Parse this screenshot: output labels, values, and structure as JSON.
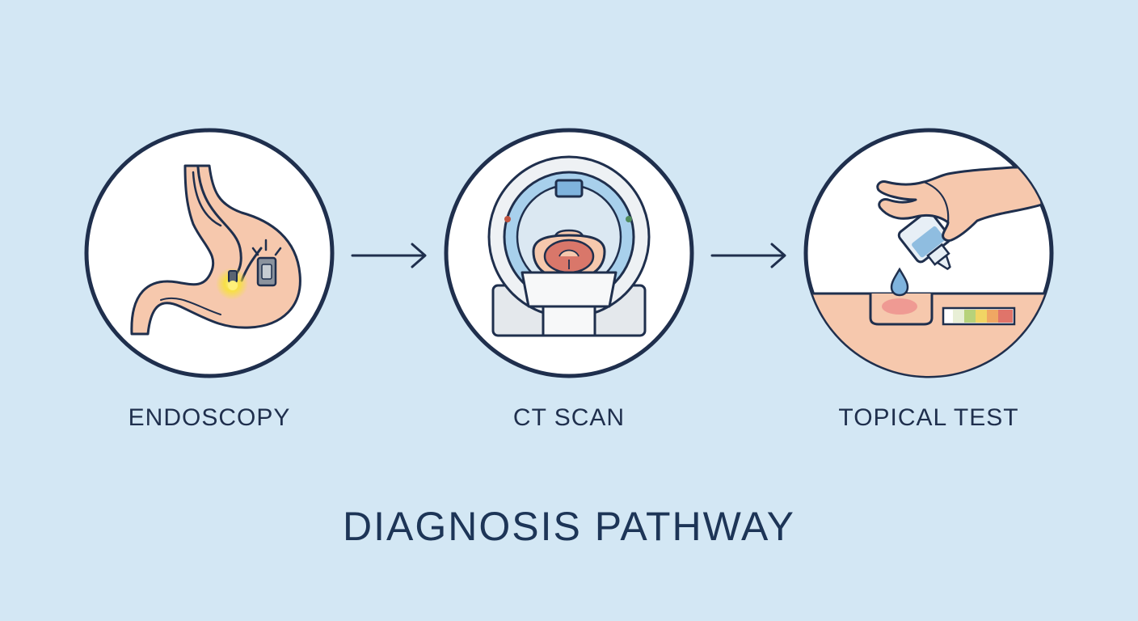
{
  "title": "DIAGNOSIS PATHWAY",
  "steps": [
    {
      "label": "ENDOSCOPY",
      "icon": "stomach-endoscope-icon"
    },
    {
      "label": "CT SCAN",
      "icon": "ct-scanner-icon"
    },
    {
      "label": "TOPICAL TEST",
      "icon": "topical-drop-test-icon"
    }
  ],
  "colors": {
    "background": "#d3e7f4",
    "outline": "#1f2f4d",
    "skin": "#f6c8ad",
    "scanner_blue": "#a8d0ec",
    "light_glow": "#f7e23a"
  }
}
